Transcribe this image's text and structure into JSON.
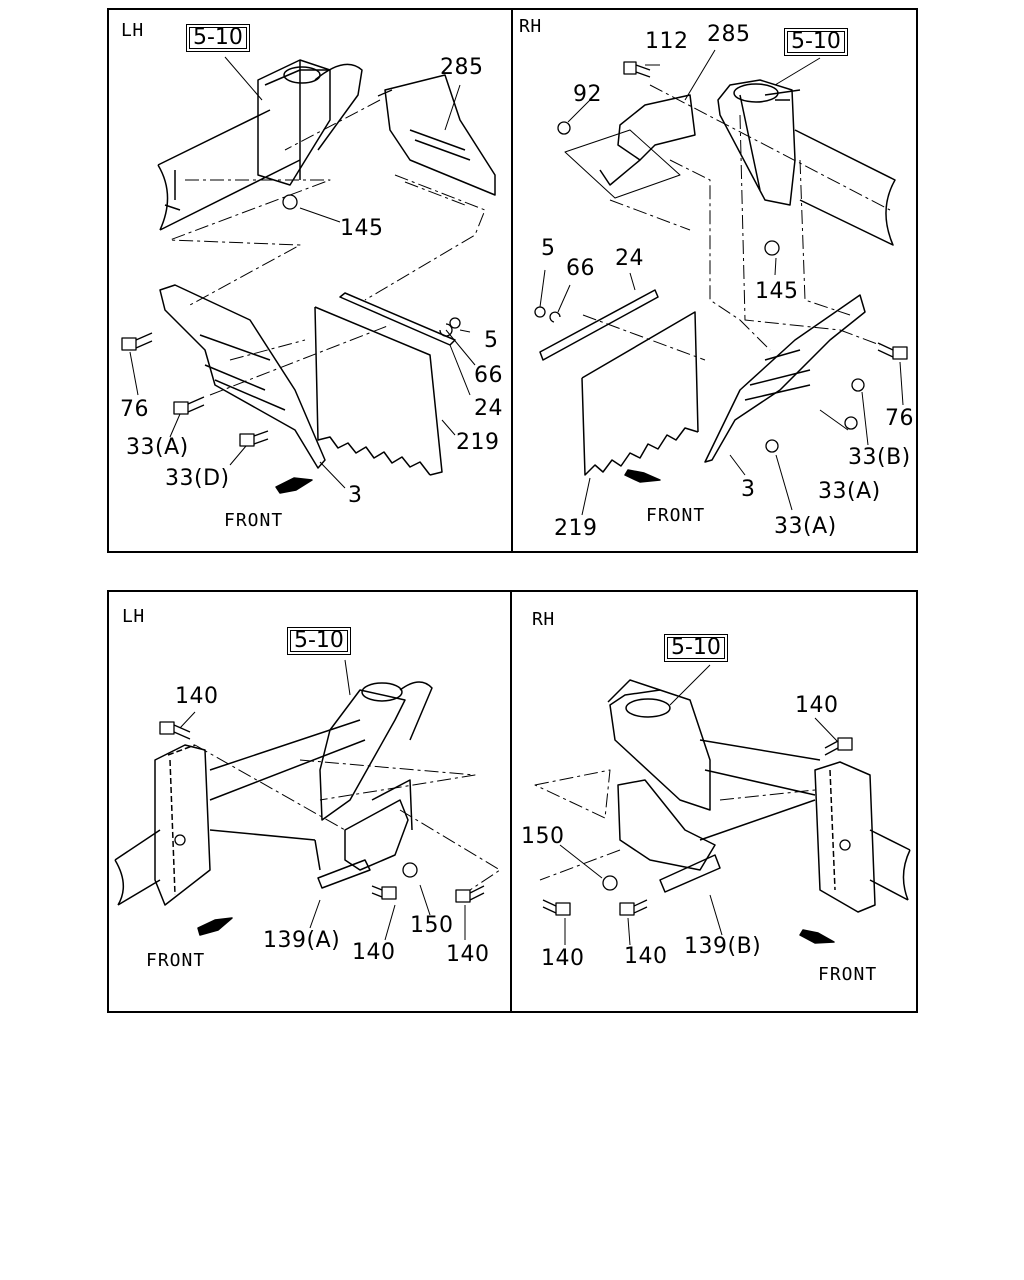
{
  "top": {
    "lh": {
      "side": "LH",
      "ref": "5-10",
      "front": "FRONT",
      "callouts": [
        "285",
        "145",
        "5",
        "66",
        "24",
        "219",
        "76",
        "33(A)",
        "33(D)",
        "3"
      ]
    },
    "rh": {
      "side": "RH",
      "ref": "5-10",
      "front": "FRONT",
      "callouts": [
        "112",
        "285",
        "92",
        "5",
        "66",
        "24",
        "145",
        "76",
        "33(B)",
        "33(A)",
        "33(A)",
        "3",
        "219"
      ]
    }
  },
  "bottom": {
    "lh": {
      "side": "LH",
      "ref": "5-10",
      "front": "FRONT",
      "callouts": [
        "140",
        "139(A)",
        "140",
        "150",
        "140"
      ]
    },
    "rh": {
      "side": "RH",
      "ref": "5-10",
      "front": "FRONT",
      "callouts": [
        "140",
        "150",
        "140",
        "140",
        "139(B)"
      ]
    }
  }
}
